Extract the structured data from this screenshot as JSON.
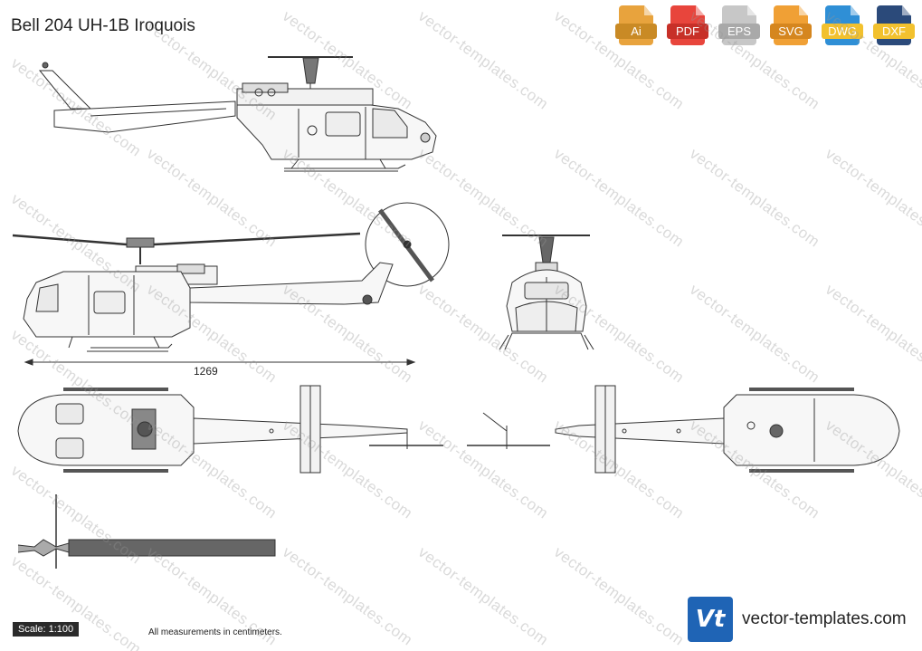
{
  "title": "Bell 204 UH-1B Iroquois",
  "formats": [
    {
      "label": "Ai",
      "color": "#e8a33d"
    },
    {
      "label": "PDF",
      "color": "#e8453c"
    },
    {
      "label": "EPS",
      "color": "#c7c7c7"
    },
    {
      "label": "SVG",
      "color": "#f0a035"
    },
    {
      "label": "DWG",
      "color": "#2f8fd6"
    },
    {
      "label": "DXF",
      "color": "#2b4a7a"
    }
  ],
  "dimension_label": "1269",
  "scale_label": "Scale: 1:100",
  "measurement_note": "All measurements in centimeters.",
  "watermark_text": "vector-templates.com",
  "brand": {
    "logo_text": "Vt",
    "site": "vector-templates.com",
    "accent": "#1f64b5"
  }
}
